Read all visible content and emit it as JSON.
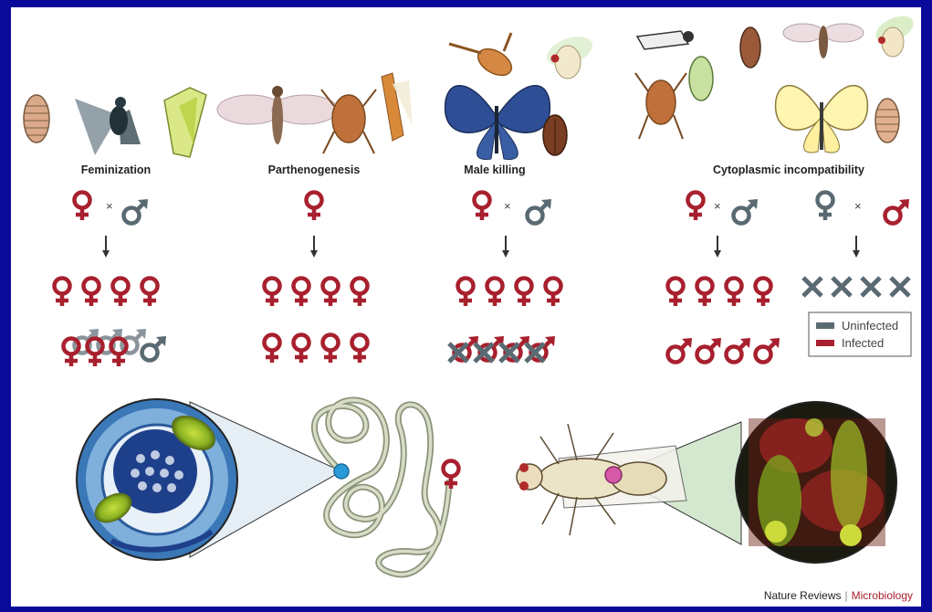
{
  "sections": [
    {
      "title": "Feminization"
    },
    {
      "title": "Parthenogenesis"
    },
    {
      "title": "Male killing"
    },
    {
      "title": "Cytoplasmic incompatibility"
    }
  ],
  "cross_symbol": "×",
  "legend": {
    "uninfected": "Uninfected",
    "infected": "Infected"
  },
  "colors": {
    "infected": "#a8202e",
    "uninfected": "#5a6a72",
    "background": "#0a0a9a"
  },
  "credit": {
    "journal": "Nature Reviews",
    "separator": "|",
    "section": "Microbiology"
  }
}
